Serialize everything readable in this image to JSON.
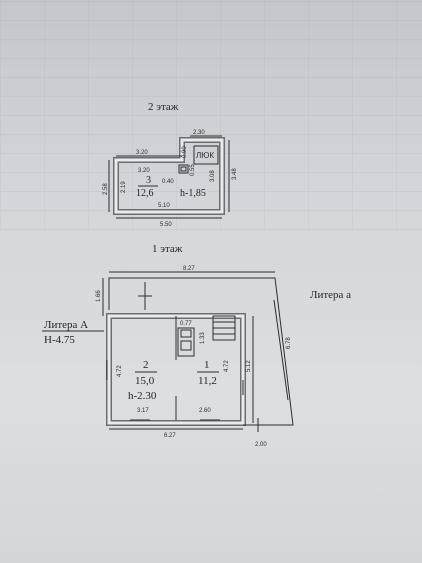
{
  "floor2": {
    "title": "2 этаж",
    "dims": {
      "top_right": "2.30",
      "top_left": "3.20",
      "inner_top": "3.20",
      "notch": "0.90",
      "inner_small_a": "0.55",
      "inner_small_b": "0.40",
      "left_outer": "2.58",
      "left_inner": "2.19",
      "right_outer": "3.48",
      "right_inner": "3.08",
      "inner_bottom": "5.10",
      "bottom": "5.50"
    },
    "hatch_label": "ЛЮК",
    "room_number": "3",
    "room_area": "12,6",
    "height": "h-1,85"
  },
  "floor1": {
    "title": "1 этаж",
    "dims": {
      "top": "8.27",
      "left_ext": "1.66",
      "small": "0.77",
      "stairs_h": "1.33",
      "room2_h": "4.72",
      "room1_h": "4.72",
      "right_inner": "5.12",
      "right_outer": "6.78",
      "bottom_left": "3.17",
      "bottom_right": "2.60",
      "bottom_total": "6.27",
      "ext_bottom": "2.00"
    },
    "room2_number": "2",
    "room2_area": "15,0",
    "room1_number": "1",
    "room1_area": "11,2",
    "height": "h-2.30",
    "litera_a_label": "Литера А",
    "litera_a_height": "H-4.75",
    "litera_small_label": "Литера а"
  }
}
